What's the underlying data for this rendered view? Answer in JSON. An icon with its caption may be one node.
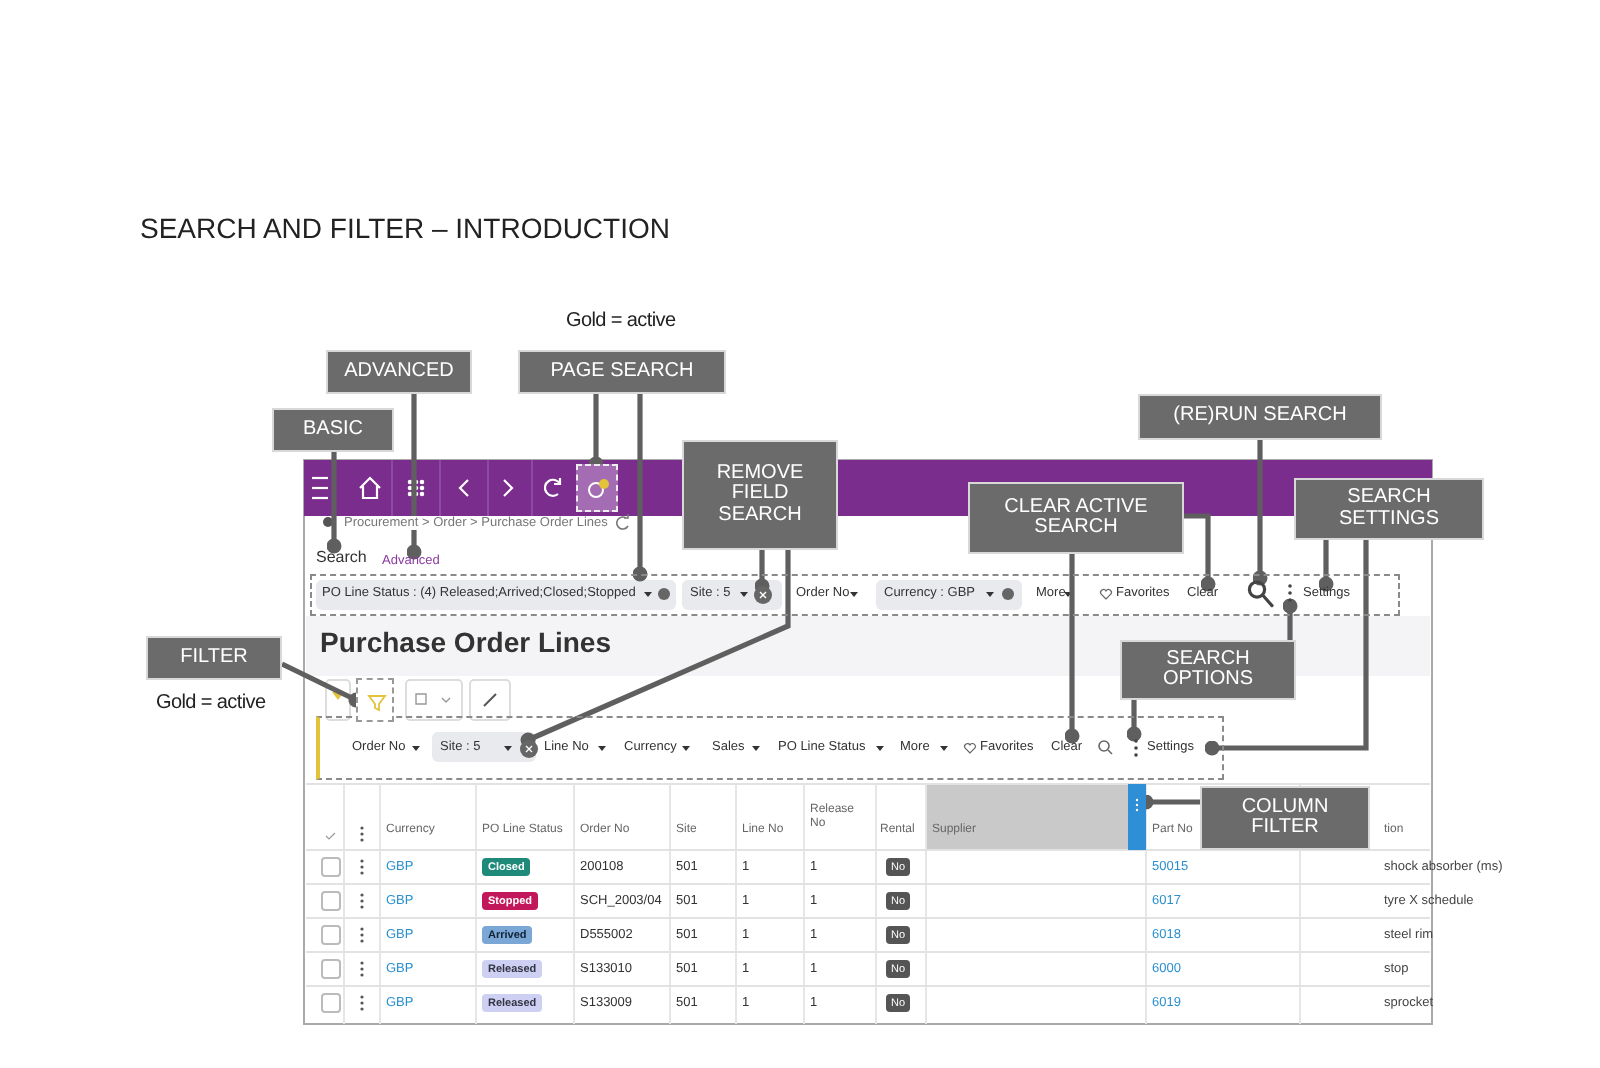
{
  "diagram": {
    "title": "SEARCH AND FILTER – INTRODUCTION",
    "nodes": [
      {
        "text": [
          "BASIC"
        ]
      },
      {
        "text": [
          "ADVANCED"
        ]
      },
      {
        "text": [
          "PAGE SEARCH"
        ],
        "beside": [
          "Gold = active"
        ]
      },
      {
        "text": [
          "REMOVE FIELD SEARCH"
        ]
      },
      {
        "text": [
          "CLEAR ACTIVE SEARCH"
        ]
      },
      {
        "text": [
          "(RE)RUN SEARCH"
        ]
      },
      {
        "text": [
          "SEARCH SETTINGS"
        ]
      },
      {
        "text": [
          "FILTER"
        ],
        "beside": [
          "Gold = active"
        ]
      },
      {
        "text": [
          "SEARCH OPTIONS"
        ]
      },
      {
        "text": [
          "COLUMN FILTER"
        ]
      },
      {
        "text": [
          "Search"
        ]
      },
      {
        "text": [
          "Advanced"
        ]
      },
      {
        "text": [],
        "shape": "box"
      },
      {
        "text": [],
        "shape": "box"
      },
      {
        "text": [],
        "shape": "circle",
        "in": 13
      },
      {
        "text": [
          "Clear"
        ],
        "in": 13
      },
      {
        "text": [],
        "shape": "picture",
        "in": 13
      },
      {
        "text": [],
        "shape": "picture",
        "in": 13
      },
      {
        "text": [
          "Settings"
        ],
        "in": 13
      },
      {
        "text": [],
        "shape": "box"
      },
      {
        "text": [],
        "shape": "circle",
        "in": 19
      },
      {
        "text": [
          "Clear"
        ],
        "in": 19
      },
      {
        "text": [],
        "shape": "picture",
        "in": 19
      },
      {
        "text": [
          "Settings"
        ],
        "in": 19
      },
      {
        "text": [],
        "shape": "box"
      },
      {
        "text": [],
        "shape": "bar"
      }
    ],
    "edges": [
      {
        "from": 0,
        "to": 10,
        "arrow": "other"
      },
      {
        "from": 1,
        "to": 11,
        "arrow": "other"
      },
      {
        "from": 2,
        "to": 12,
        "arrow": "other"
      },
      {
        "from": 2,
        "to": 13,
        "arrow": "other"
      },
      {
        "from": 3,
        "to": 14,
        "arrow": "other"
      },
      {
        "from": 3,
        "to": 20,
        "arrow": "other"
      },
      {
        "from": 4,
        "to": 15,
        "arrow": "other"
      },
      {
        "from": 4,
        "to": 21,
        "arrow": "other"
      },
      {
        "from": 5,
        "to": 16,
        "arrow": "other"
      },
      {
        "from": 6,
        "to": 18,
        "arrow": "other"
      },
      {
        "from": 6,
        "to": 23,
        "arrow": "other"
      },
      {
        "from": 7,
        "to": 24,
        "arrow": "other"
      },
      {
        "from": 8,
        "to": 17,
        "arrow": "other"
      },
      {
        "from": 8,
        "to": 22,
        "arrow": "other"
      },
      {
        "from": 9,
        "to": 25,
        "arrow": "other"
      }
    ],
    "labels": [
      "Procurement > Order > Purchase Order Lines",
      "PO Line Status : (4) Released;Arrived;Closed;Stopped",
      "Site : 5",
      "Order No",
      "Currency : GBP",
      "More",
      "Favorites",
      "Purchase Order Lines",
      "Order No",
      "Site : 5",
      "Line No",
      "Currency",
      "Sales",
      "PO Line Status",
      "More",
      "Favorites",
      "Currency",
      "PO Line Status",
      "Order No",
      "Site",
      "Line No",
      "Release No",
      "Rental",
      "Supplier",
      "Part No",
      "tion",
      "GBP",
      "Closed",
      "200108",
      "501",
      "1",
      "1",
      "No",
      "50015",
      "shock absorber (ms)",
      "GBP",
      "Stopped",
      "SCH_2003/04",
      "501",
      "1",
      "1",
      "No",
      "6017",
      "tyre X schedule",
      "GBP",
      "Arrived",
      "D555002",
      "501",
      "1",
      "1",
      "No",
      "6018",
      "steel rim",
      "GBP",
      "Released",
      "S133010",
      "501",
      "1",
      "1",
      "No",
      "6000",
      "stop",
      "GBP",
      "Released",
      "S133009",
      "501",
      "1",
      "1",
      "No",
      "6019",
      "sprocket"
    ]
  }
}
